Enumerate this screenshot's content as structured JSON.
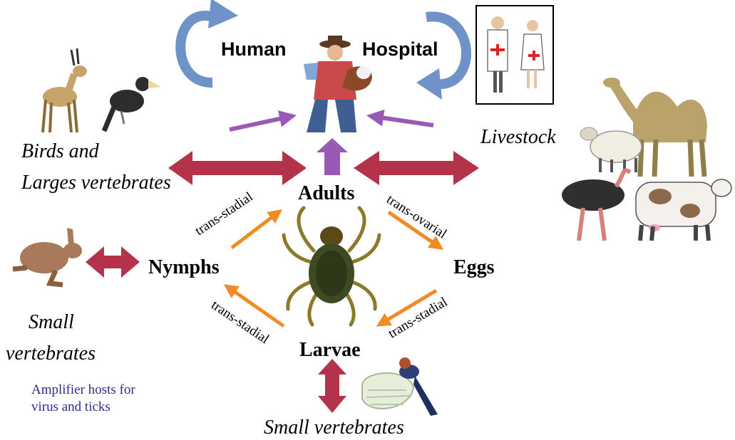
{
  "colors": {
    "host_arrow": "#b4334b",
    "transmission_arrow": "#f28b24",
    "human_arrow": "#9b59b6",
    "cycle_arrow": "#6f93c9",
    "note_text": "#2b2b8c"
  },
  "human_section": {
    "human_label": "Human",
    "hospital_label": "Hospital"
  },
  "stages": {
    "adults": "Adults",
    "nymphs": "Nymphs",
    "eggs": "Eggs",
    "larvae": "Larvae"
  },
  "transmission": {
    "nymphs_to_adults": "trans-stadial",
    "adults_to_eggs": "trans-ovarial",
    "eggs_to_larvae": "trans-stadial",
    "larvae_to_nymphs": "trans-stadial"
  },
  "hosts": {
    "birds_large_line1": "Birds and",
    "birds_large_line2": "Larges vertebrates",
    "livestock": "Livestock",
    "small_left_line1": "Small",
    "small_left_line2": "vertebrates",
    "small_bottom": "Small vertebrates"
  },
  "note": {
    "line1": "Amplifier hosts for",
    "line2": "virus and ticks"
  },
  "icons": [
    "gazelle-icon",
    "hornbill-icon",
    "hare-icon",
    "farmer-with-calf-icon",
    "medical-staff-icon",
    "camel-icon",
    "sheep-icon",
    "ostrich-icon",
    "cow-icon",
    "tick-icon",
    "swallow-nest-icon"
  ]
}
